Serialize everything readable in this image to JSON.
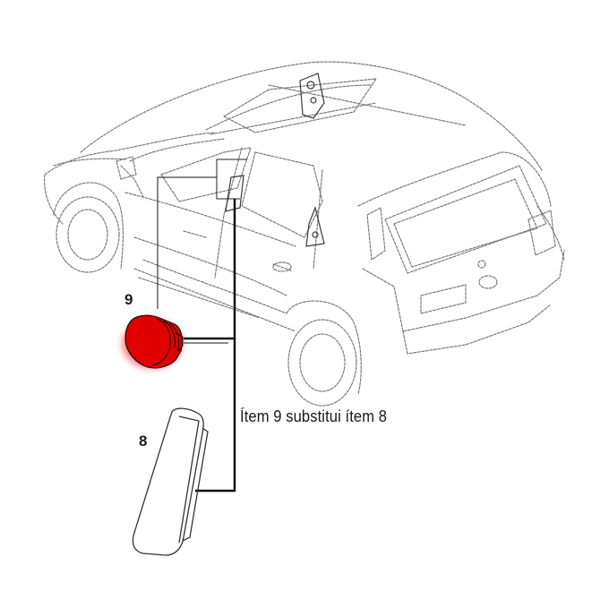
{
  "callouts": {
    "item_9": "9",
    "item_8": "8"
  },
  "note": "Ítem 9 substitui ítem 8",
  "colors": {
    "highlight_part": "#e00000",
    "line_art": "#7a7a7a",
    "leader": "#111111"
  },
  "icons": {
    "car": "car-outline-icon",
    "part_9": "round-plug-icon",
    "part_8": "oblong-pad-icon"
  }
}
